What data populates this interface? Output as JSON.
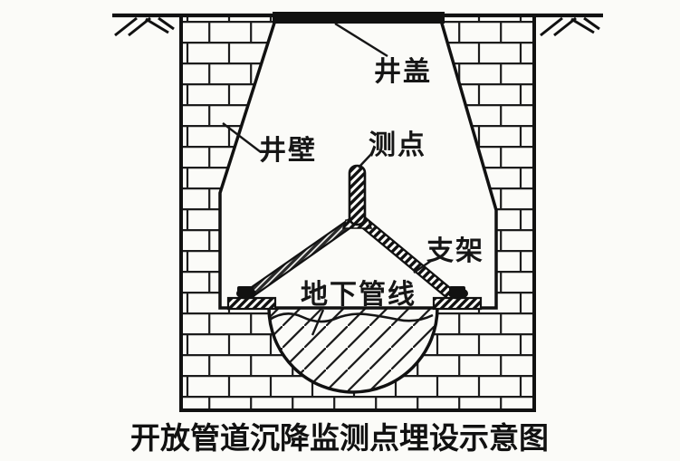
{
  "figure": {
    "type": "engineering-schematic",
    "labels": {
      "well_cover": "井盖",
      "well_wall": "井壁",
      "measuring_point": "测点",
      "bracket": "支架",
      "underground_pipeline": "地下管线"
    },
    "caption": "开放管道沉降监测点埋设示意图",
    "colors": {
      "ink": "#161616",
      "paper": "#fbfbf8"
    }
  }
}
